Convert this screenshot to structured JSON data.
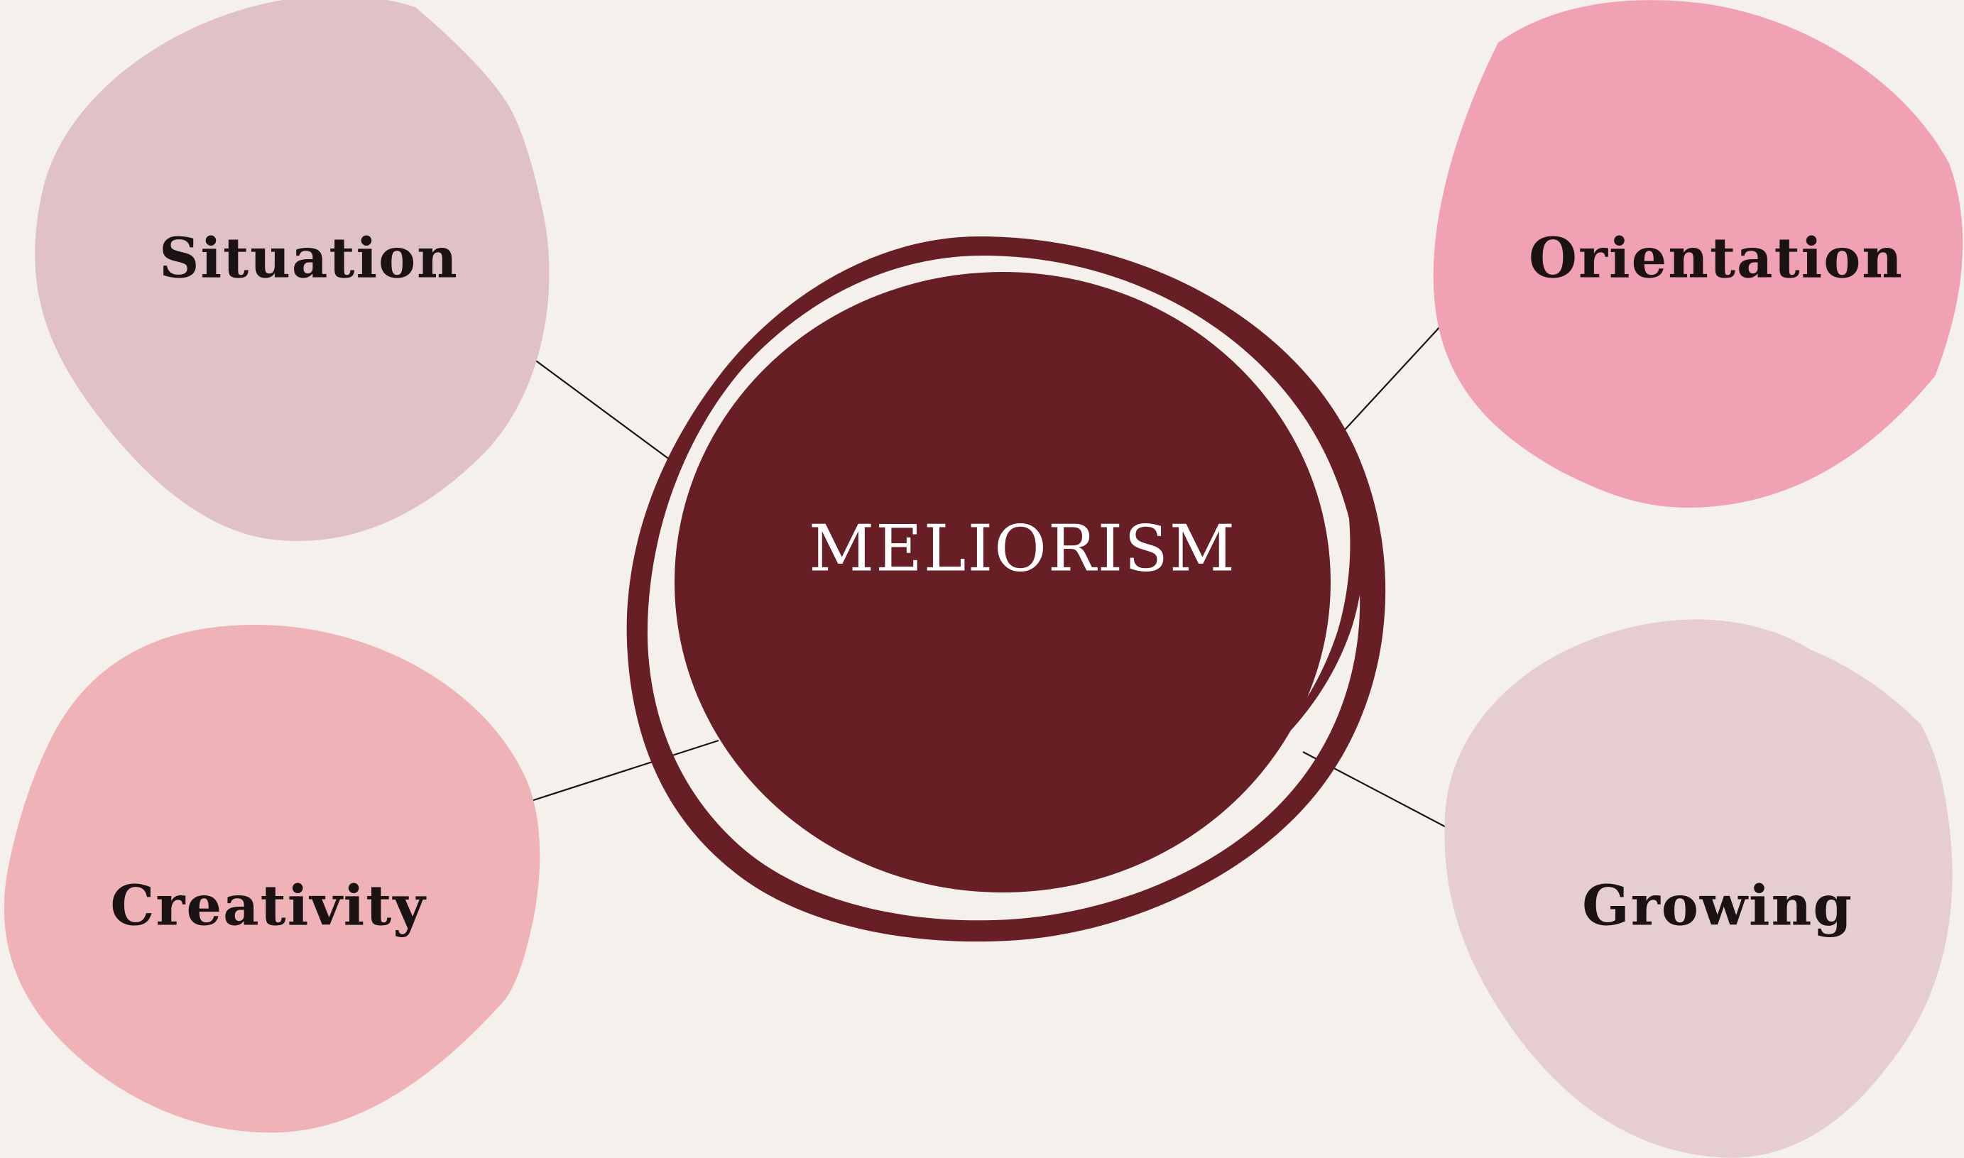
{
  "diagram": {
    "center": {
      "label": "MELIORISM"
    },
    "nodes": [
      {
        "id": "situation",
        "label": "Situation"
      },
      {
        "id": "orientation",
        "label": "Orientation"
      },
      {
        "id": "creativity",
        "label": "Creativity"
      },
      {
        "id": "growing",
        "label": "Growing"
      }
    ]
  },
  "colors": {
    "background": "#f4f1ec",
    "center": "#671f25",
    "situation": "#e1c1c8",
    "orientation": "#f0a1b4",
    "creativity": "#efb2b6",
    "growing": "#e6cdd1",
    "connector": "#1a1213",
    "label": "#1a1213",
    "center_label": "#ffffff"
  }
}
